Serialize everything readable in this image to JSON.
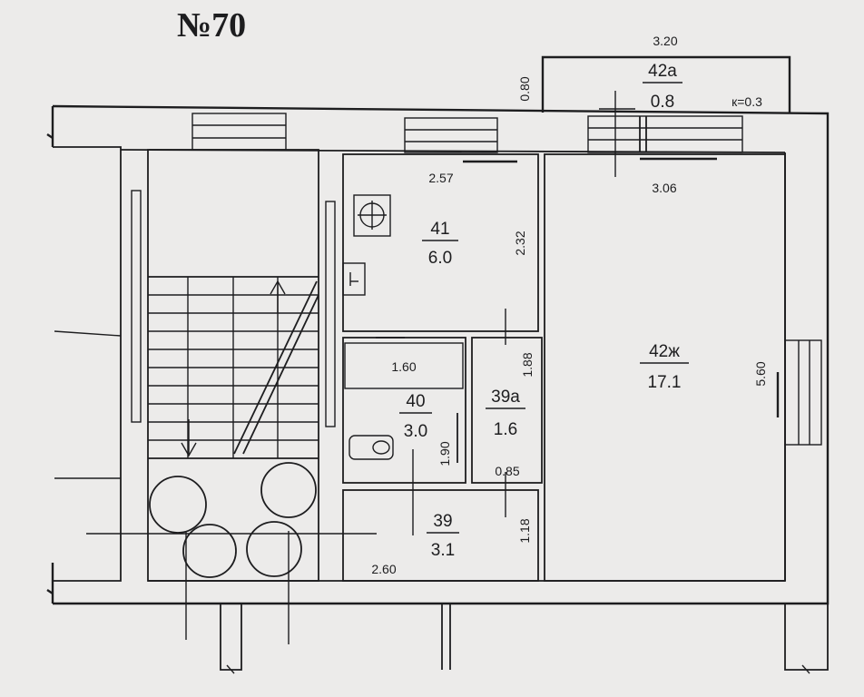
{
  "title": "№70",
  "rooms": [
    {
      "id": "41",
      "number": "41",
      "area": "6.0"
    },
    {
      "id": "40",
      "number": "40",
      "area": "3.0"
    },
    {
      "id": "39a",
      "number": "39а",
      "area": "1.6"
    },
    {
      "id": "39",
      "number": "39",
      "area": "3.1"
    },
    {
      "id": "42zh",
      "number": "42ж",
      "area": "17.1"
    },
    {
      "id": "42a",
      "number": "42а",
      "area": "0.8"
    }
  ],
  "dimensions": {
    "balcony_width": "3.20",
    "balcony_depth": "0.80",
    "balcony_k": "к=0.3",
    "room42zh_width": "3.06",
    "room42zh_length": "5.60",
    "room41_width": "2.57",
    "room41_length": "2.32",
    "bath_length": "1.60",
    "bath_width": "1.90",
    "room39a_length": "1.88",
    "room39a_width": "0.85",
    "room39_width": "2.60",
    "room39_length": "1.18"
  }
}
